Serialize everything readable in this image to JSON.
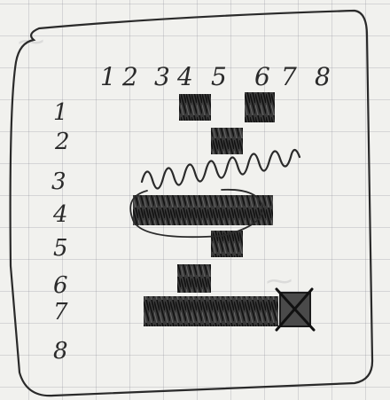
{
  "notes": {
    "column_labels": [
      "1",
      "2",
      "3",
      "4",
      "5",
      "6",
      "7",
      "8"
    ],
    "row_labels": [
      "1",
      "2",
      "3",
      "4",
      "5",
      "6",
      "7",
      "8"
    ]
  },
  "colors": {
    "paper": "#f1f1ee",
    "grid": "#8c8c96",
    "ink": "#2a2a2a"
  }
}
